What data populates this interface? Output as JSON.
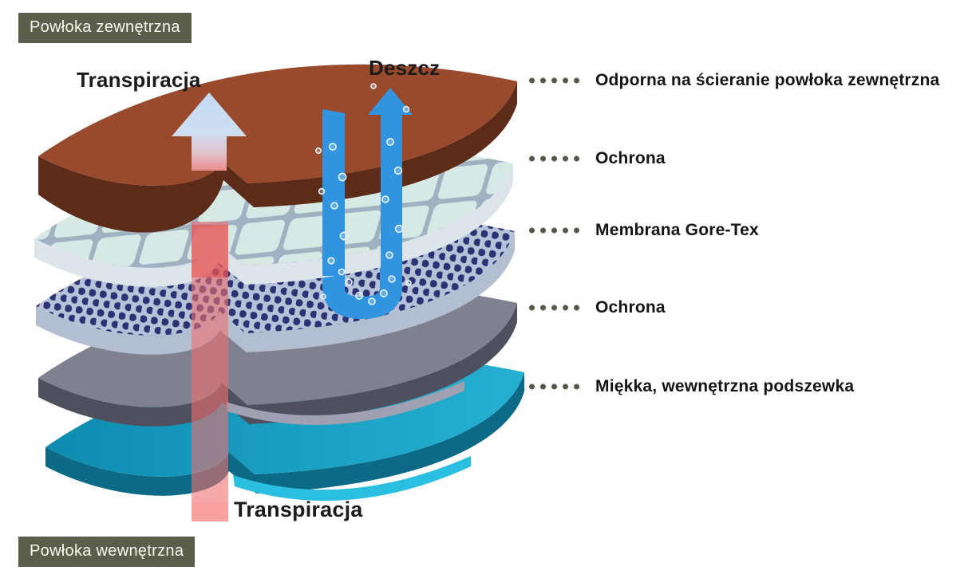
{
  "badges": {
    "top_left": "Powłoka zewnętrzna",
    "bottom_left": "Powłoka wewnętrzna",
    "background": "#5b5e4a",
    "text_color": "#f7f7f2"
  },
  "diagram": {
    "labels": {
      "transpiration_top": "Transpiracja",
      "rain": "Deszcz",
      "transpiration_bottom": "Transpiracja"
    },
    "layers": {
      "outer_shell": {
        "top": "#9a4a2c",
        "edge": "#5d2c19"
      },
      "membrane": {
        "top": "#d7e9e4",
        "edge": "#dde4ea",
        "grid_line": "#9fb2c2"
      },
      "protective_mesh": {
        "top": "#b6c2d8",
        "edge": "#b3bed1",
        "dot": "#2c3374"
      },
      "protective_gray": {
        "top": "#7f8191",
        "edge": "#4e505d",
        "inner": "#9fa1b2"
      },
      "inner_lining": {
        "top_left": "#0e8cb0",
        "top_right": "#25b0d2",
        "edge": "#0d6a86",
        "inner": "#2abfe0"
      }
    },
    "arrows": {
      "rain": "#3294de",
      "transpiration_ribbon": "#ee7070",
      "transpiration_ribbon_dark": "#e23d3d",
      "transpiration_ribbon_bright": "#f9a0a0",
      "transpiration_arrow_start": "#c3daf4",
      "transpiration_arrow_end": "#e98b8b",
      "bubble_stroke": "#e4f2fd"
    }
  },
  "legend": {
    "dot_color": "#565849",
    "items": [
      {
        "label": "Odporna na ścieranie powłoka zewnętrzna"
      },
      {
        "label": "Ochrona"
      },
      {
        "label": "Membrana Gore-Tex"
      },
      {
        "label": "Ochrona"
      },
      {
        "label": "Miękka, wewnętrzna podszewka"
      }
    ]
  }
}
